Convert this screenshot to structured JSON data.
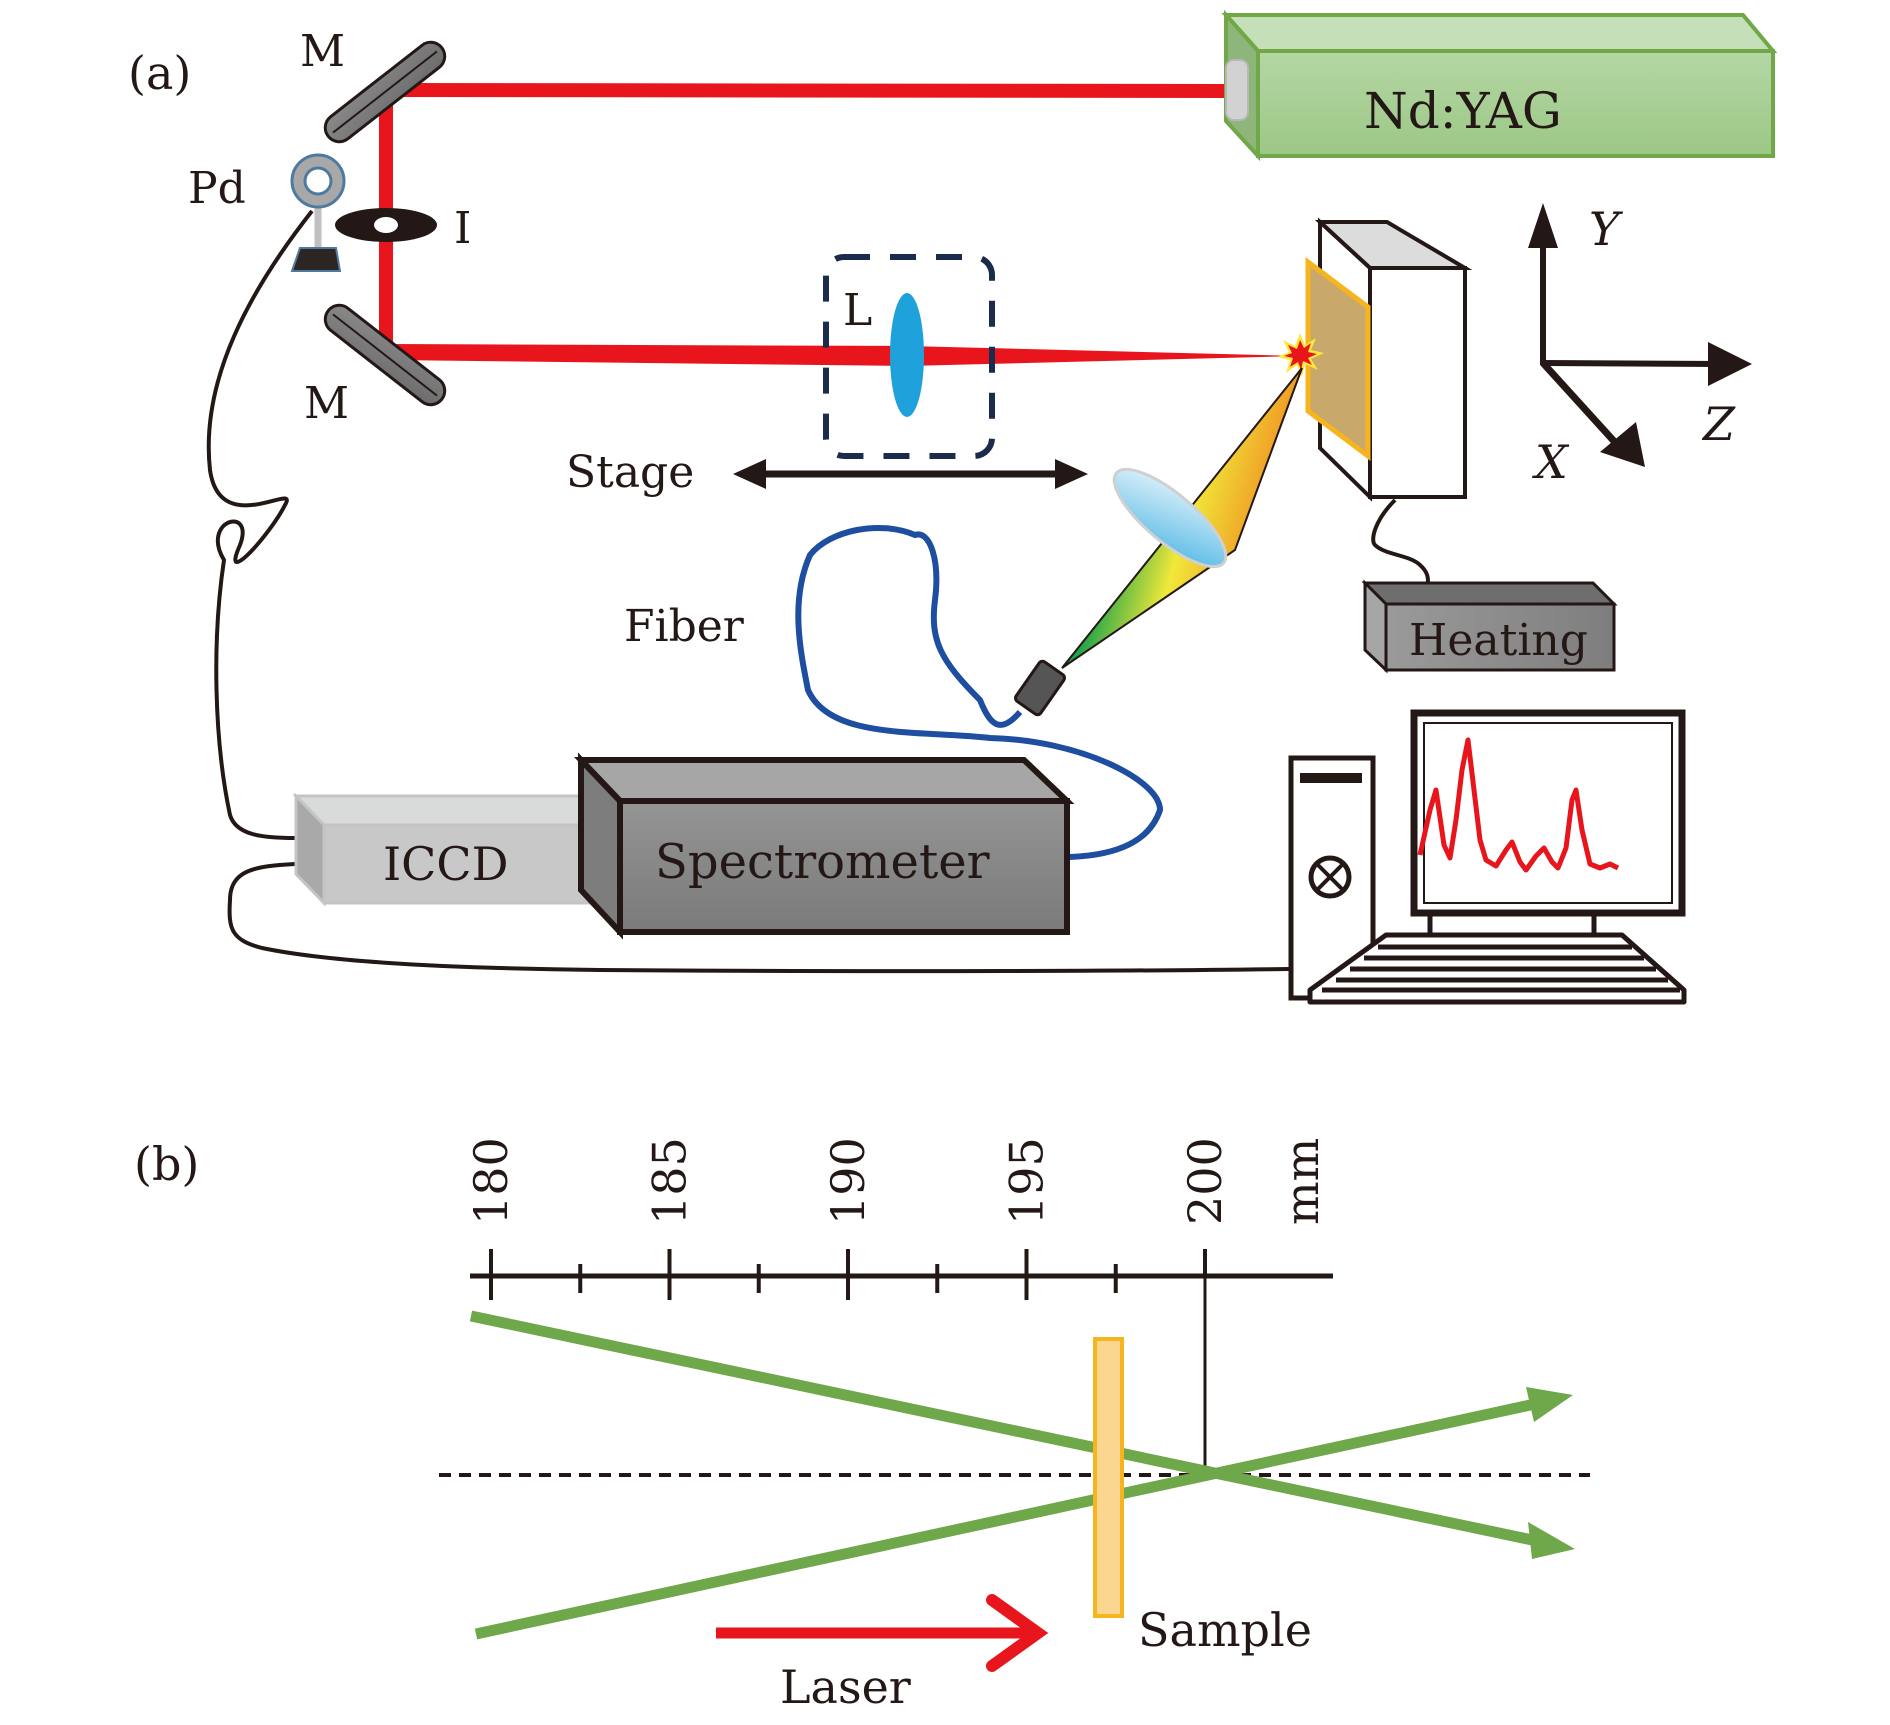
{
  "panel_a": {
    "panel_label": "(a)",
    "labels": {
      "mirror_top": "M",
      "mirror_bottom": "M",
      "photodiode": "Pd",
      "iris": "I",
      "lens": "L",
      "stage": "Stage",
      "fiber": "Fiber",
      "laser": "Nd:YAG",
      "heating": "Heating",
      "iccd": "ICCD",
      "spectrometer": "Spectrometer",
      "axis_y": "Y",
      "axis_z": "Z",
      "axis_x": "X"
    },
    "colors": {
      "laser_beam": "#e8161c",
      "laser_box": "#a9cf96",
      "laser_box_border": "#70a848",
      "lens": "#1fa2dc",
      "fiber": "#1e4ea0",
      "sample": "#c9a96b",
      "sample_border": "#f6b51e",
      "spectrum_trace": "#e8161c"
    }
  },
  "panel_b": {
    "panel_label": "(b)",
    "scale": {
      "unit": "mm",
      "major_ticks": [
        "180",
        "185",
        "190",
        "195",
        "200"
      ]
    },
    "labels": {
      "sample": "Sample",
      "laser": "Laser"
    },
    "colors": {
      "beam": "#6ea84a",
      "sample_fill": "#fbd690",
      "sample_border": "#f6b51e",
      "laser_arrow": "#e8161c"
    }
  }
}
